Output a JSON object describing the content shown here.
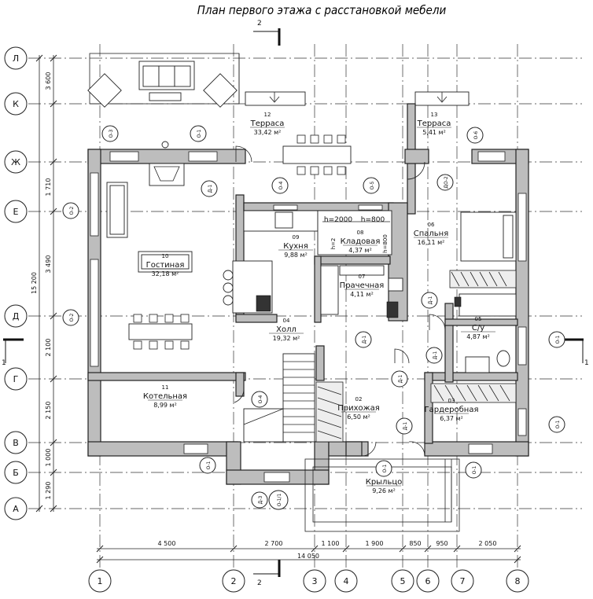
{
  "title": "План первого этажа с расстановкой мебели",
  "section_marks": {
    "top": "2",
    "bottom": "2",
    "left": "1",
    "right": "1"
  },
  "axes_rows": [
    "Л",
    "К",
    "Ж",
    "Е",
    "Д",
    "Г",
    "В",
    "Б",
    "А"
  ],
  "axes_cols": [
    "1",
    "2",
    "3",
    "4",
    "5",
    "6",
    "7",
    "8"
  ],
  "dims_left": [
    "3 600",
    "1 710",
    "3 490",
    "2 100",
    "2 150",
    "1 000",
    "1 290"
  ],
  "dim_total_left": "15 200",
  "dims_bottom": [
    "4 500",
    "2 700",
    "1 100",
    "1 900",
    "850",
    "950",
    "2 050"
  ],
  "dim_total_bottom": "14 050",
  "rooms": [
    {
      "num": "12",
      "name": "Терраса",
      "area": "33,42 м²"
    },
    {
      "num": "13",
      "name": "Терраса",
      "area": "5,41 м²"
    },
    {
      "num": "10",
      "name": "Гостиная",
      "area": "32,18 м²"
    },
    {
      "num": "09",
      "name": "Кухня",
      "area": "9,88 м²"
    },
    {
      "num": "08",
      "name": "Кладовая",
      "area": "4,37 м²"
    },
    {
      "num": "07",
      "name": "Прачечная",
      "area": "4,11 м²"
    },
    {
      "num": "06",
      "name": "Спальня",
      "area": "16,11 м²"
    },
    {
      "num": "05",
      "name": "С/у",
      "area": "4,87 м²"
    },
    {
      "num": "04",
      "name": "Холл",
      "area": "19,32 м²"
    },
    {
      "num": "11",
      "name": "Котельная",
      "area": "8,99 м²"
    },
    {
      "num": "02",
      "name": "Прихожая",
      "area": "6,50 м²"
    },
    {
      "num": "03",
      "name": "Гардеробная",
      "area": "6,37 м²"
    },
    {
      "num": "01",
      "name": "Крыльцо",
      "area": "9,26 м²"
    }
  ],
  "window_tags": [
    "О-3",
    "О-1",
    "О-6",
    "ДО-2",
    "О-4",
    "О-5",
    "О-2",
    "О-2",
    "Д-1",
    "Д-1",
    "Д-1",
    "Д-1",
    "Д-1",
    "О-4",
    "О-1",
    "О-1",
    "О-1",
    "О-1",
    "О-1",
    "Д-1",
    "Д-3",
    "ДО-2",
    "Д-1",
    "О-1/1"
  ],
  "heights": {
    "h1": "h=2000",
    "h2": "h=800",
    "h3": "h=800",
    "h4": "h=2"
  }
}
